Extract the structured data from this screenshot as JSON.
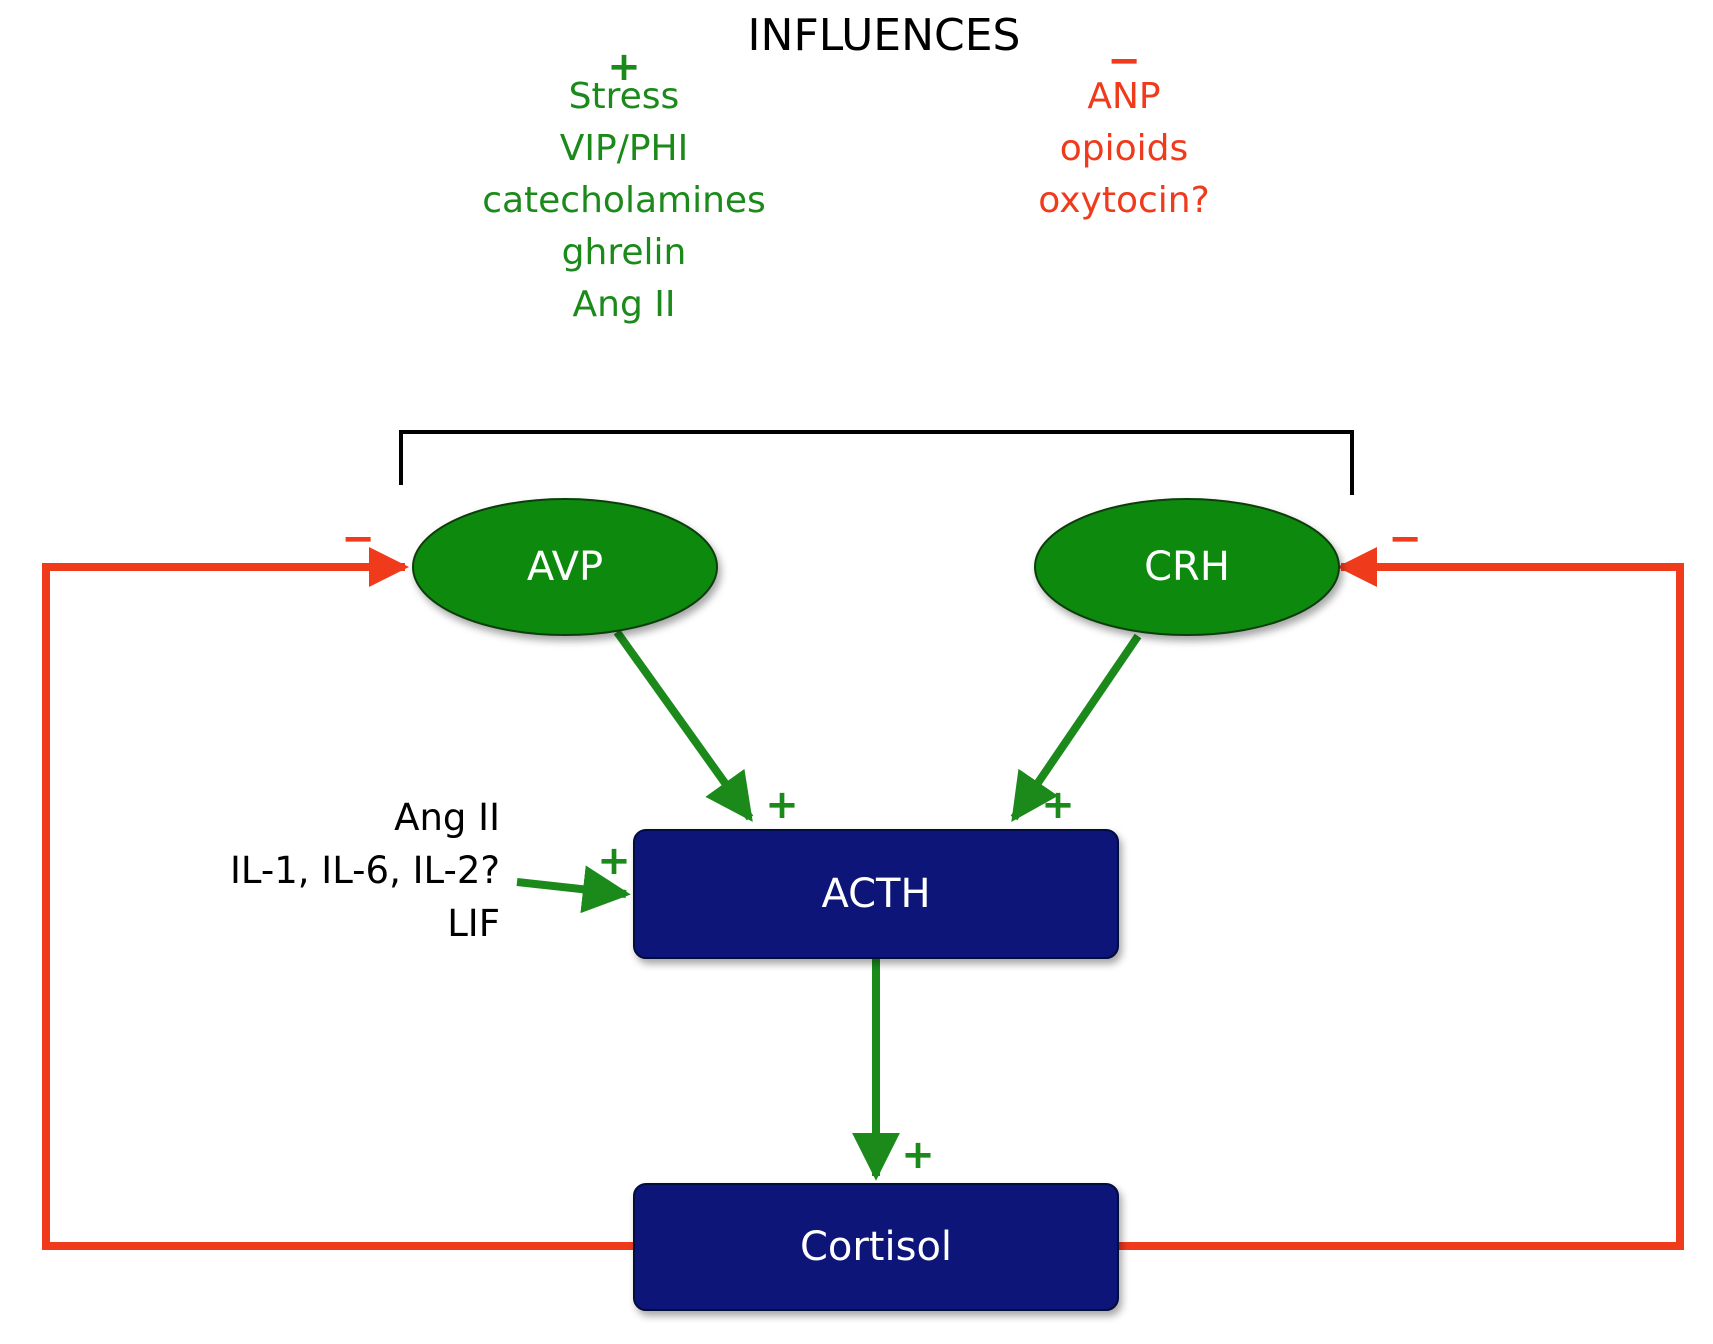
{
  "title": "INFLUENCES",
  "colors": {
    "positive": "#1b8a1b",
    "negative": "#f03a1c",
    "node_green": "#0a8a0a",
    "node_blue": "#0c1278",
    "bracket": "#000000"
  },
  "influences": {
    "positive_sign": "+",
    "negative_sign": "−",
    "positive": [
      "Stress",
      "VIP/PHI",
      "catecholamines",
      "ghrelin",
      "Ang II"
    ],
    "negative": [
      "ANP",
      "opioids",
      "oxytocin?"
    ]
  },
  "nodes": {
    "avp": "AVP",
    "crh": "CRH",
    "acth": "ACTH",
    "cortisol": "Cortisol"
  },
  "acth_inputs": [
    "Ang II",
    "IL-1, IL-6, IL-2?",
    "LIF"
  ],
  "signs": {
    "plus": "+",
    "minus": "−"
  }
}
